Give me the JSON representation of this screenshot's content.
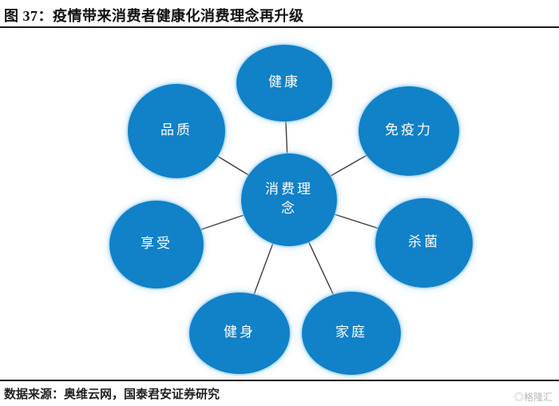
{
  "title": "图 37：疫情带来消费者健康化消费理念再升级",
  "diagram": {
    "center_label": "消费理念",
    "nodes": [
      {
        "label": "健康"
      },
      {
        "label": "品质"
      },
      {
        "label": "免疫力"
      },
      {
        "label": "享受"
      },
      {
        "label": "杀菌"
      },
      {
        "label": "健身"
      },
      {
        "label": "家庭"
      }
    ]
  },
  "footer": {
    "source": "数据来源：奥维云网，国泰君安证券研究",
    "watermark": "◎格隆汇"
  },
  "colors": {
    "node_fill": "#1181c8",
    "node_text": "#ffffff",
    "connector": "#3d3d3d",
    "rule": "#1a1a1a",
    "watermark_text": "#b9b9b9"
  }
}
